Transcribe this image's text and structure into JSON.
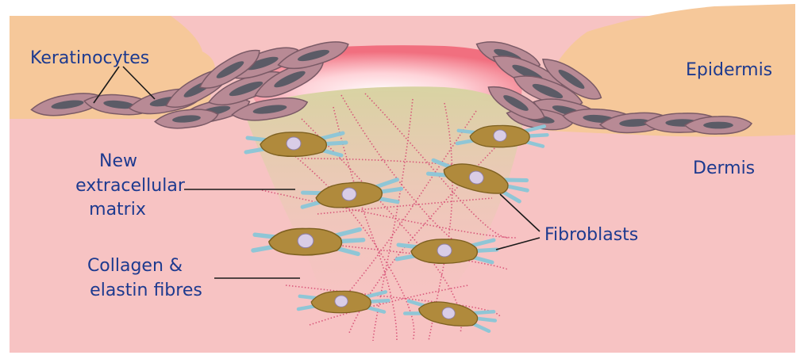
{
  "diagram": {
    "labels": {
      "keratinocytes": "Keratinocytes",
      "epidermis": "Epidermis",
      "dermis": "Dermis",
      "ecm_line1": "New",
      "ecm_line2": "extracellular",
      "ecm_line3": "matrix",
      "collagen_line1": "Collagen &",
      "collagen_line2": "elastin fibres",
      "fibroblasts": "Fibroblasts"
    },
    "colors": {
      "dermis": "#f7c3c3",
      "epidermis": "#f6c89a",
      "wound_red": "#f16f7f",
      "matrix": "#d8d0a6",
      "cell_body": "#b88a95",
      "cell_nucleus": "#5b5b66",
      "fibroblast_body": "#b08a3c",
      "fibroblast_process": "#8fc6d6",
      "fibre": "#d64d74",
      "label_text": "#1d3a8f"
    }
  }
}
